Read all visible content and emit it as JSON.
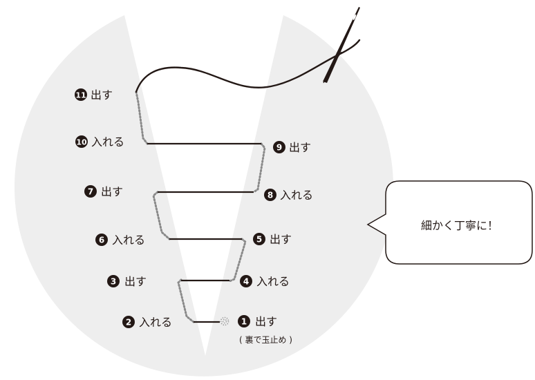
{
  "steps": [
    {
      "num": "1",
      "text": "出す",
      "note": "( 裏で玉止め )"
    },
    {
      "num": "2",
      "text": "入れる"
    },
    {
      "num": "3",
      "text": "出す"
    },
    {
      "num": "4",
      "text": "入れる"
    },
    {
      "num": "5",
      "text": "出す"
    },
    {
      "num": "6",
      "text": "入れる"
    },
    {
      "num": "7",
      "text": "出す"
    },
    {
      "num": "8",
      "text": "入れる"
    },
    {
      "num": "9",
      "text": "出す"
    },
    {
      "num": "10",
      "text": "入れる"
    },
    {
      "num": "11",
      "text": "出す"
    }
  ],
  "bubble": {
    "text": "細かく丁寧に！"
  },
  "colors": {
    "background_circle": "#eeeeee",
    "ink": "#231815",
    "dotted_stitch": "#8a8a8a"
  }
}
